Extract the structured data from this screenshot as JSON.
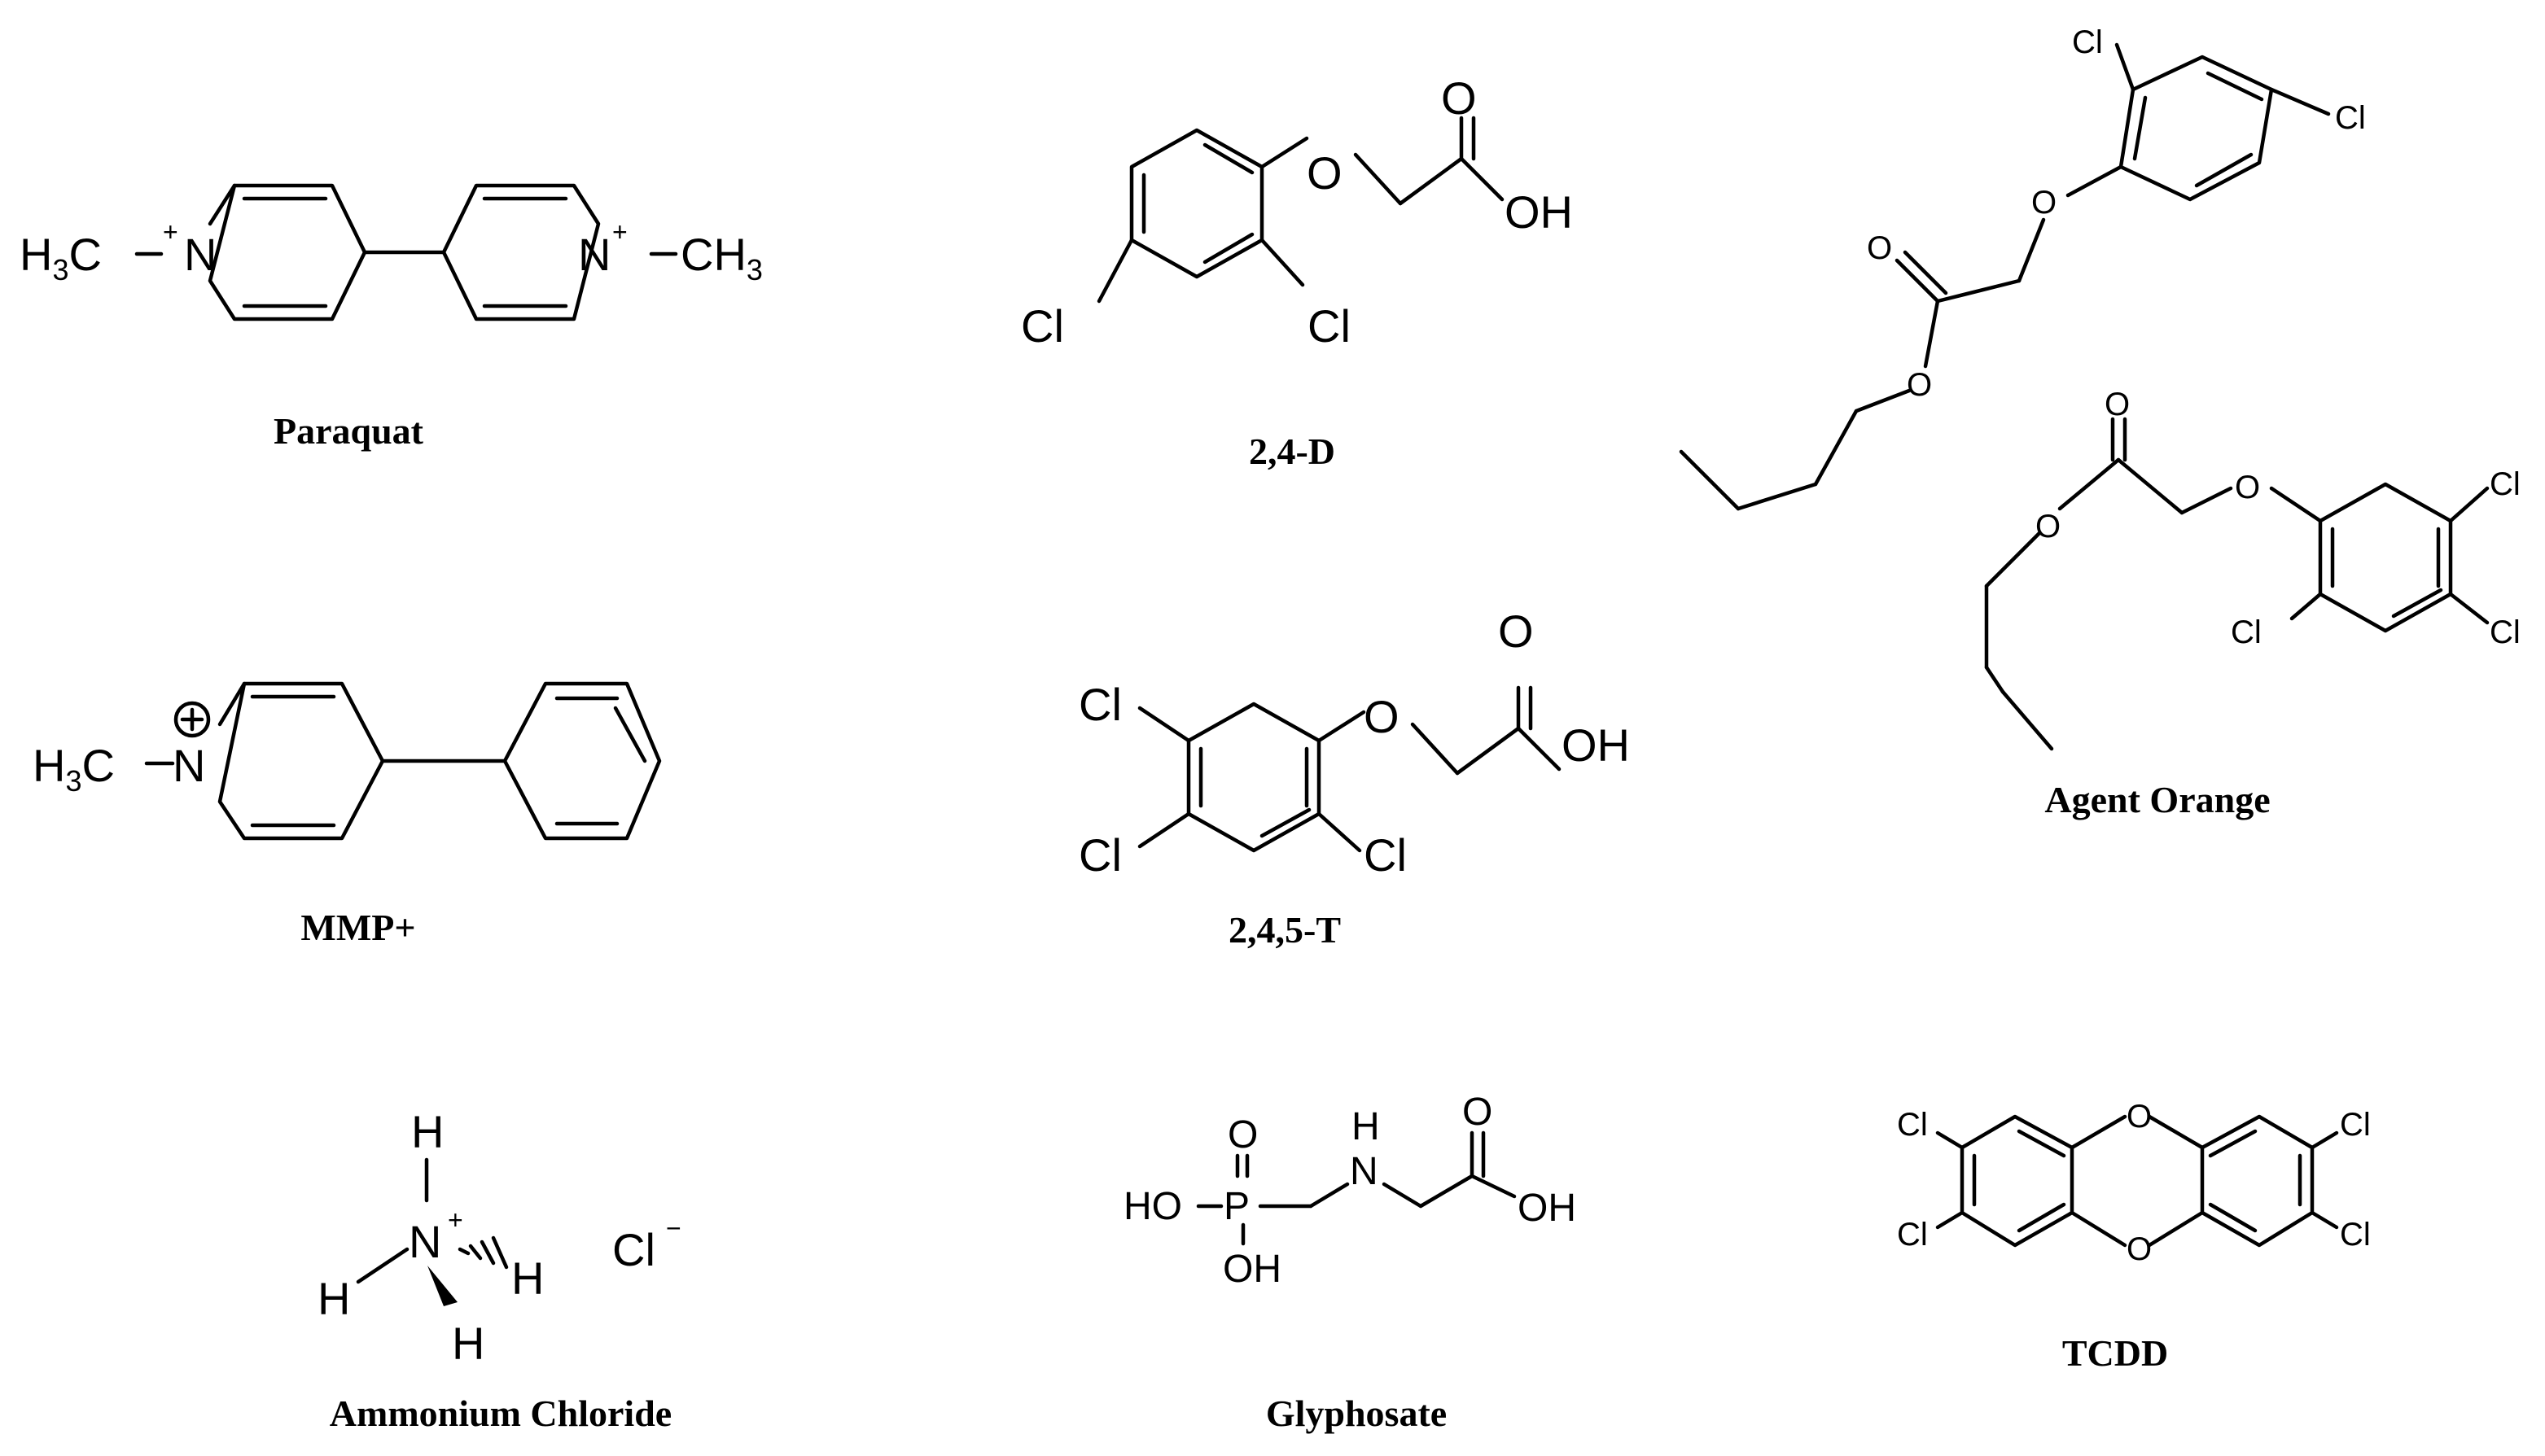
{
  "structures": [
    {
      "id": "paraquat",
      "caption": "Paraquat"
    },
    {
      "id": "mmp",
      "caption": "MMP+"
    },
    {
      "id": "ammonium",
      "caption": "Ammonium Chloride"
    },
    {
      "id": "d24",
      "caption": "2,4-D"
    },
    {
      "id": "t245",
      "caption": "2,4,5-T"
    },
    {
      "id": "glyphosate",
      "caption": "Glyphosate"
    },
    {
      "id": "agent_orange",
      "caption": "Agent Orange"
    },
    {
      "id": "tcdd",
      "caption": "TCDD"
    }
  ],
  "atoms": {
    "H": "H",
    "C": "C",
    "N": "N",
    "O": "O",
    "P": "P",
    "Cl": "Cl",
    "OH": "OH",
    "HO": "HO",
    "plus": "+",
    "minus": "−",
    "one": "+",
    "three": "3",
    "circle_plus": "⊕"
  }
}
